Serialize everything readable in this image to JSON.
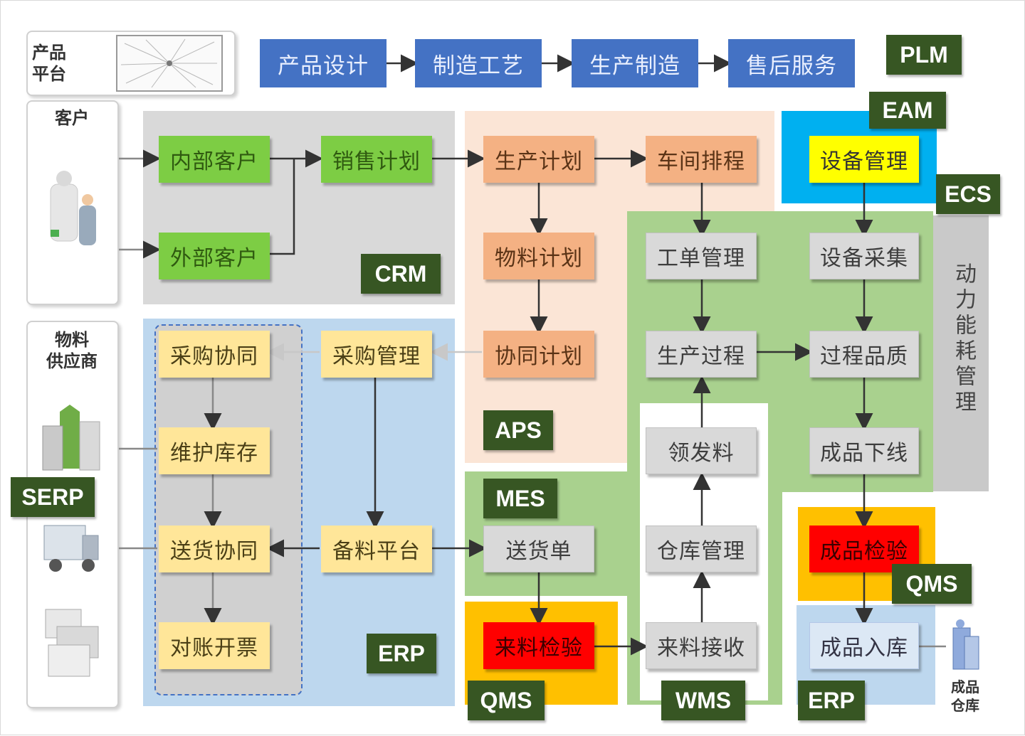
{
  "colors": {
    "blue_node": "#4472c4",
    "green_node": "#7dcd44",
    "orange_node": "#f4b183",
    "gray_node": "#d9d9d9",
    "yellow_node": "#ffe699",
    "system_tag": "#375623",
    "crm_region": "#d9d9d9",
    "aps_region": "#fbe5d6",
    "eam_region": "#00b0f0",
    "mes_region": "#a9d18e",
    "erp_region": "#bdd7ee",
    "qms_region": "#ffc000"
  },
  "left_panels": {
    "product_platform": "产品\n平台",
    "customer": "客户",
    "supplier": "物料\n供应商",
    "finished_warehouse": "成品\n仓库"
  },
  "product_flow": [
    "产品设计",
    "制造工艺",
    "生产制造",
    "售后服务"
  ],
  "nodes": {
    "internal_customer": "内部客户",
    "external_customer": "外部客户",
    "sales_plan": "销售计划",
    "production_plan": "生产计划",
    "material_plan": "物料计划",
    "collab_plan": "协同计划",
    "shop_schedule": "车间排程",
    "equipment_mgmt": "设备管理",
    "work_order": "工单管理",
    "equipment_collect": "设备采集",
    "production_process": "生产过程",
    "process_quality": "过程品质",
    "picking": "领发料",
    "product_offline": "成品下线",
    "purchase_collab": "采购协同",
    "purchase_mgmt": "采购管理",
    "maintain_inventory": "维护库存",
    "delivery_collab": "送货协同",
    "supply_platform": "备料平台",
    "reconcile_invoice": "对账开票",
    "delivery_note": "送货单",
    "incoming_inspection": "来料检验",
    "inventory_mgmt": "仓库管理",
    "incoming_receipt": "来料接收",
    "final_inspection": "成品检验",
    "warehousing": "成品入库"
  },
  "energy_panel": "动力能耗管理",
  "systems": {
    "plm": "PLM",
    "eam": "EAM",
    "ecs": "ECS",
    "crm": "CRM",
    "aps": "APS",
    "mes": "MES",
    "srp": "SERP",
    "erp_main": "ERP",
    "qms_left": "QMS",
    "wms": "WMS",
    "erp_right": "ERP",
    "qms_right": "QMS"
  }
}
